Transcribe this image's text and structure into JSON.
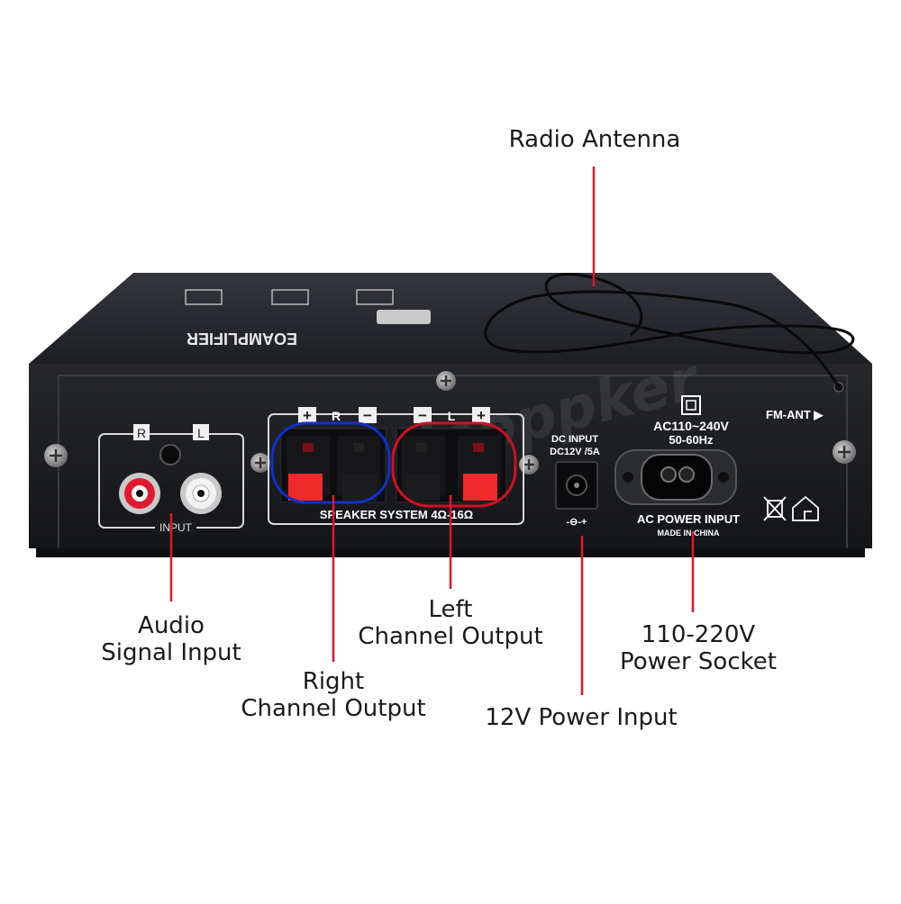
{
  "callouts": {
    "antenna": "Radio Antenna",
    "audio_input": [
      "Audio",
      "Signal Input"
    ],
    "right_output": [
      "Right",
      "Channel Output"
    ],
    "left_output": [
      "Left",
      "Channel Output"
    ],
    "dc_input": "12V Power Input",
    "power_socket": [
      "110-220V",
      "Power Socket"
    ]
  },
  "panel": {
    "rca_r": "R",
    "rca_l": "L",
    "input_label": "INPUT",
    "speaker_plus": "+",
    "speaker_minus": "−",
    "speaker_r": "R",
    "speaker_l": "L",
    "speaker_system": "SPEAKER SYSTEM 4Ω-16Ω",
    "dc_title": "DC INPUT",
    "dc_spec": "DC12V /5A",
    "dc_polarity": "-⊖-+",
    "ac_range": "AC110~240V",
    "ac_freq": "50-60Hz",
    "ac_label": "AC POWER INPUT",
    "made_in": "MADE IN CHINA",
    "fm_ant": "FM-ANT ▶",
    "top_label": "EOAMPLIFIER",
    "watermark": "Hooppker"
  },
  "colors": {
    "accent_red": "#e0182a",
    "speaker_red_ring": "#d01020",
    "speaker_blue_ring": "#1030d0",
    "chassis": "#1c1d21",
    "chassis_top": "#2a2c31",
    "rca_red": "#e1192f",
    "rca_white": "#f2f2f2"
  }
}
